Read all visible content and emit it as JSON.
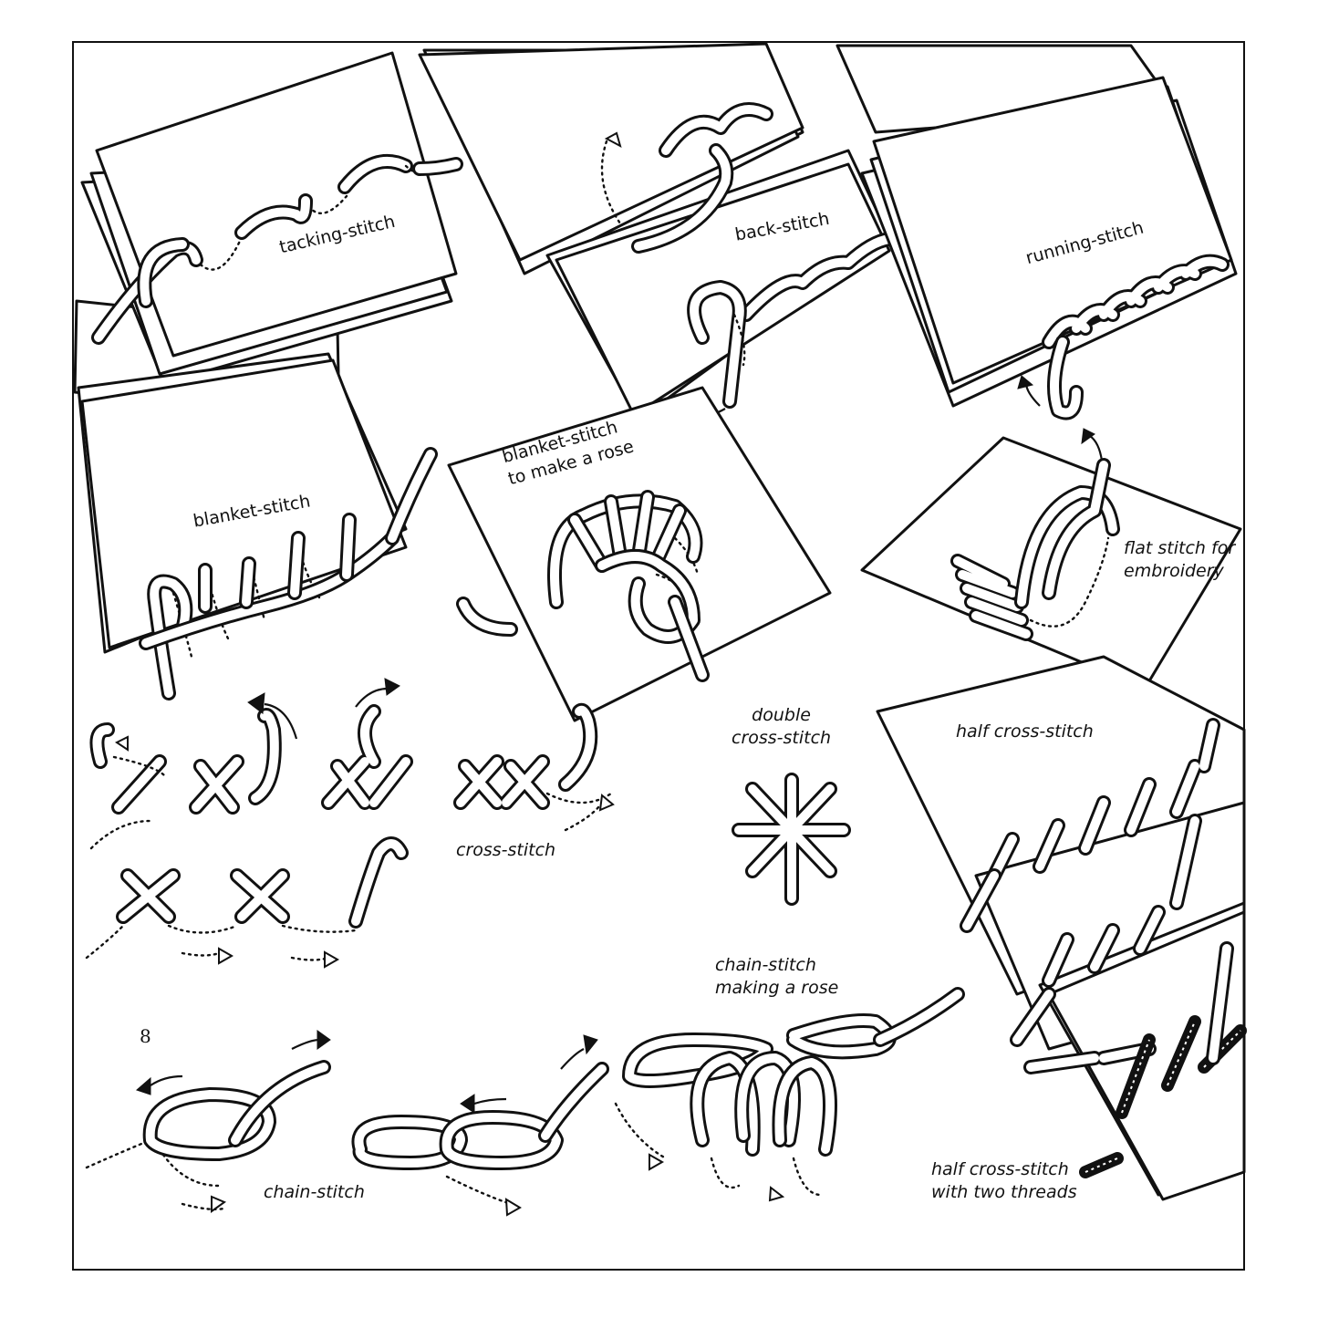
{
  "page_number": "8",
  "labels": {
    "tacking": "tacking-stitch",
    "back": "back-stitch",
    "running": "running-stitch",
    "blanket": "blanket-stitch",
    "blanket_rose": "blanket-stitch\nto make a rose",
    "flat": "flat stitch for\nembroidery",
    "double_cross": "double\ncross-stitch",
    "half_cross": "half cross-stitch",
    "cross": "cross-stitch",
    "chain_rose": "chain-stitch\nmaking a rose",
    "chain": "chain-stitch",
    "half_cross_two": "half cross-stitch\nwith two threads"
  }
}
